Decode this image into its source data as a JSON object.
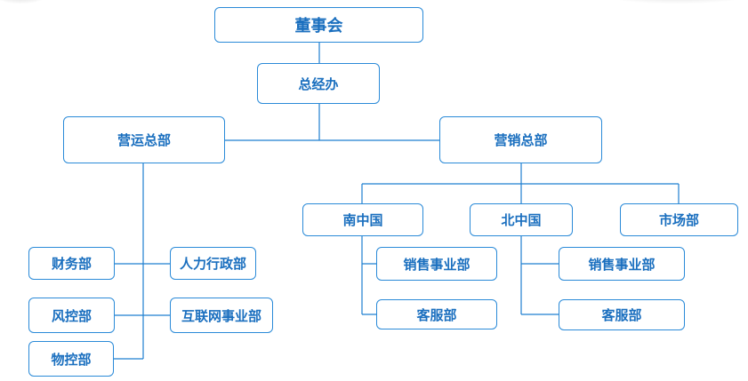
{
  "org": {
    "board": "董事会",
    "gm_office": "总经办",
    "operations": "营运总部",
    "marketing": "营销总部",
    "finance": "财务部",
    "hr_admin": "人力行政部",
    "risk_control": "风控部",
    "internet_business": "互联网事业部",
    "material_control": "物控部",
    "south_china": "南中国",
    "north_china": "北中国",
    "market_dept": "市场部",
    "south_sales": "销售事业部",
    "south_service": "客服部",
    "north_sales": "销售事业部",
    "north_service": "客服部"
  },
  "colors": {
    "node_border": "#2a8ad8",
    "node_text": "#1a6fbf",
    "connector": "#1f7fd0"
  }
}
